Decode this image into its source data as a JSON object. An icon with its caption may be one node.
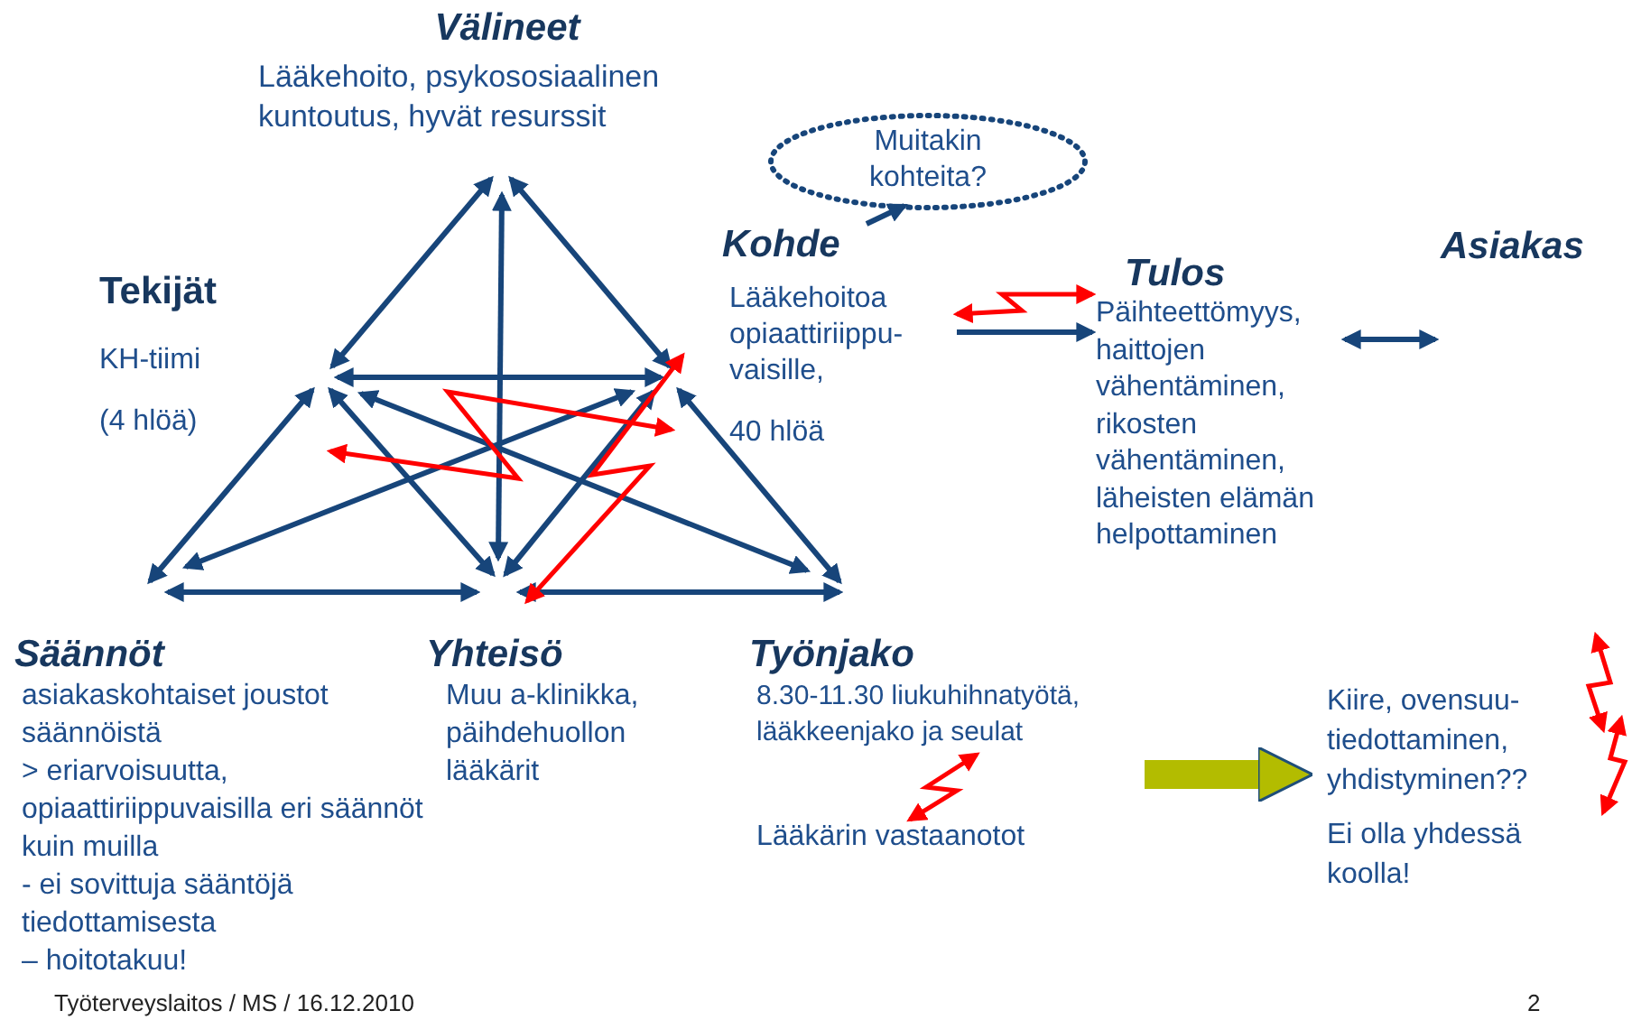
{
  "diagram": {
    "nodes": [
      {
        "text": [
          "Välineet",
          "Lääkehoito, psykososiaalinen kuntoutus, hyvät resurssit"
        ]
      },
      {
        "text": [
          "Tekijät",
          "KH-tiimi",
          "(4 hlöä)"
        ]
      },
      {
        "text": [
          "Kohde",
          "Lääkehoitoa opiaattiriippu-vaisille,",
          "40 hlöä"
        ]
      },
      {
        "text": [
          "Muitakin kohteita?"
        ]
      },
      {
        "text": [
          "Tulos",
          "Päihteettömyys, haittojen vähentäminen, rikosten vähentäminen, läheisten elämän helpottaminen"
        ]
      },
      {
        "text": [
          "Asiakas"
        ]
      },
      {
        "text": [
          "Säännöt",
          "asiakaskohtaiset joustot säännöistä",
          "> eriarvoisuutta, opiaattiriippuvaisilla eri säännöt kuin muilla",
          "- ei sovittuja sääntöjä tiedottamisesta",
          "– hoitotakuu!"
        ]
      },
      {
        "text": [
          "Yhteisö",
          "Muu a-klinikka, päihdehuollon lääkärit"
        ]
      },
      {
        "text": [
          "Työnjako"
        ]
      },
      {
        "text": [
          "8.30-11.30 liukuhihnatyötä, lääkkeenjako ja seulat"
        ],
        "in": 8
      },
      {
        "text": [
          "Lääkärin vastaanotot"
        ],
        "in": 8
      },
      {
        "text": [
          "Kiire, ovensuu-tiedottaminen, yhdistyminen??",
          "Ei olla yhdessä koolla!"
        ]
      }
    ],
    "edges": [
      {
        "from": 0,
        "to": 1,
        "arrow": "both"
      },
      {
        "from": 0,
        "to": 2,
        "arrow": "both"
      },
      {
        "from": 0,
        "to": 7,
        "arrow": "both"
      },
      {
        "from": 1,
        "to": 2,
        "arrow": "both"
      },
      {
        "from": 1,
        "to": 6,
        "arrow": "both"
      },
      {
        "from": 1,
        "to": 7,
        "arrow": "both"
      },
      {
        "from": 1,
        "to": 8,
        "arrow": "both"
      },
      {
        "from": 2,
        "to": 6,
        "arrow": "both"
      },
      {
        "from": 2,
        "to": 7,
        "arrow": "both"
      },
      {
        "from": 2,
        "to": 8,
        "arrow": "both"
      },
      {
        "from": 6,
        "to": 7,
        "arrow": "both"
      },
      {
        "from": 7,
        "to": 8,
        "arrow": "both"
      },
      {
        "from": 1,
        "to": 2,
        "arrow": "both",
        "color": "#ff0000"
      },
      {
        "from": 2,
        "to": 7,
        "arrow": "both",
        "color": "#ff0000"
      },
      {
        "from": 2,
        "to": 4,
        "arrow": "both",
        "color": "#ff0000"
      },
      {
        "from": 2,
        "to": 4,
        "arrow": "to"
      },
      {
        "from": 4,
        "to": 5,
        "arrow": "both"
      },
      {
        "from": 2,
        "to": 3,
        "arrow": "to"
      },
      {
        "from": 9,
        "to": 10,
        "arrow": "both",
        "color": "#ff0000"
      },
      {
        "from": 8,
        "to": 11,
        "arrow": "to",
        "style": "thick",
        "color": "#b3bc00"
      }
    ],
    "labels": [
      "Työterveyslaitos / MS / 16.12.2010",
      "2"
    ]
  }
}
